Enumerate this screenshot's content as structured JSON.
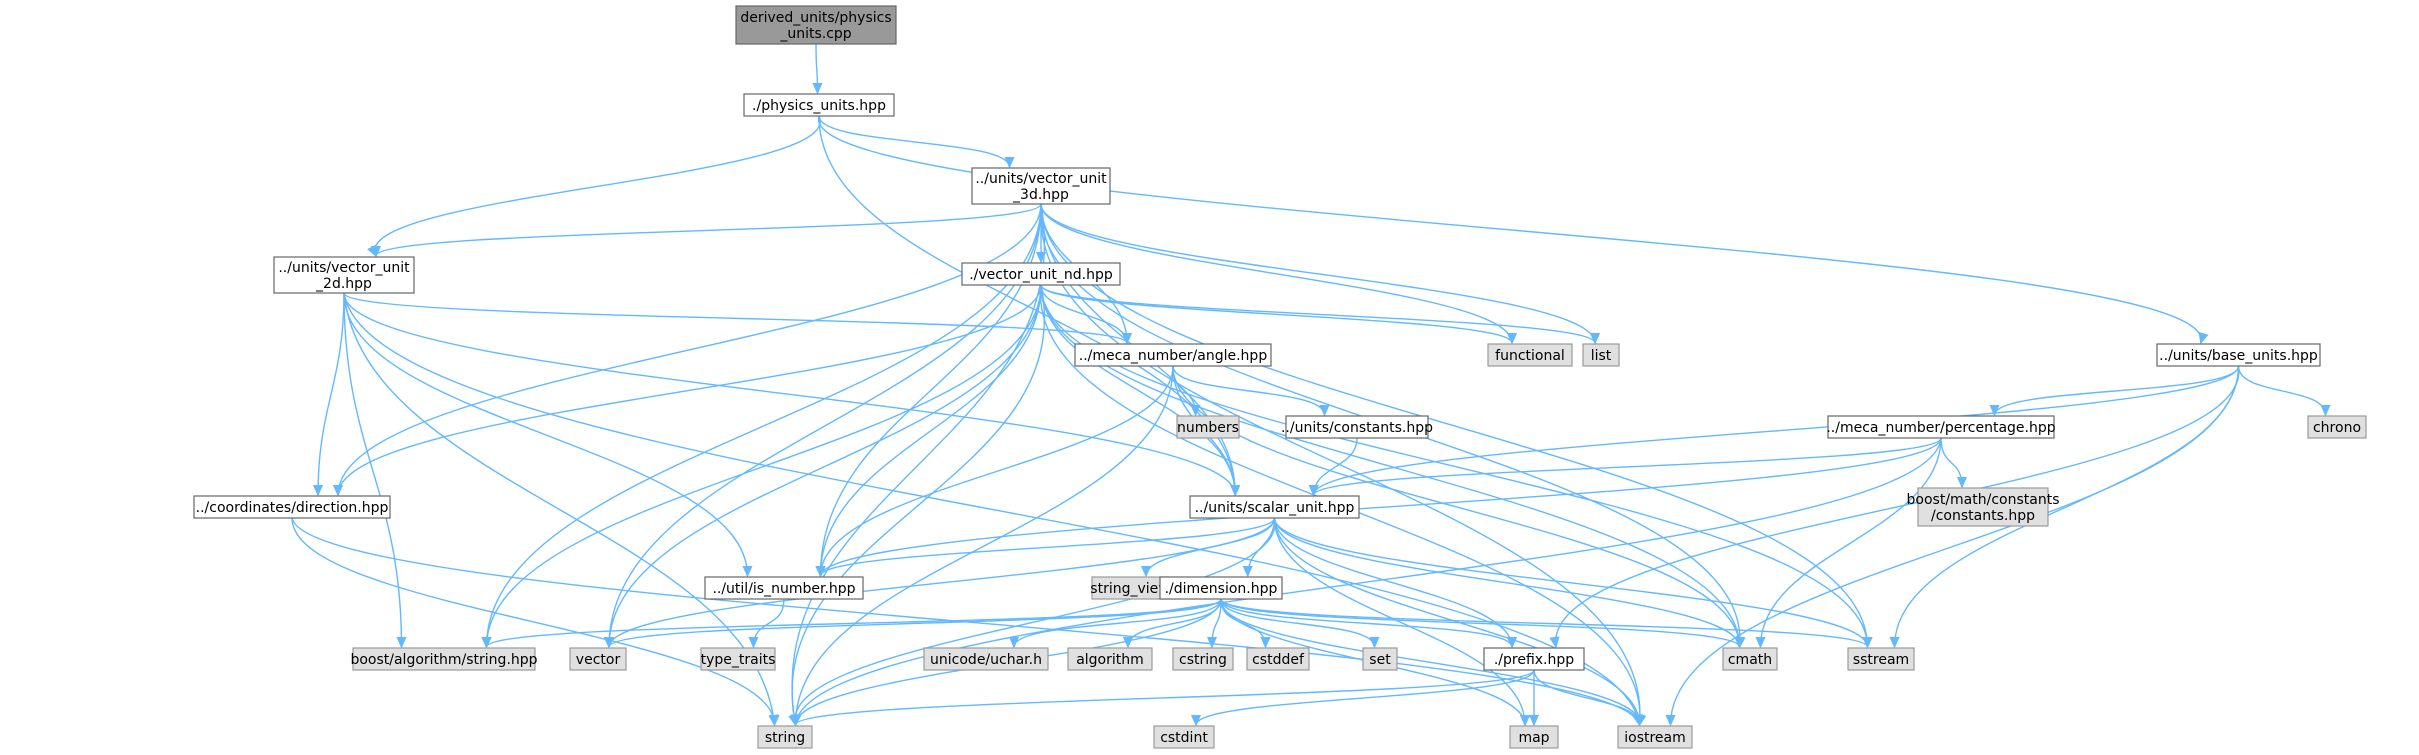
{
  "diagram": {
    "type": "include-dependency-graph",
    "colors": {
      "root_fill": "#999999",
      "local_fill": "#ffffff",
      "system_fill": "#e0e0e0",
      "border": "#666666",
      "edge": "#63b8ff"
    },
    "nodes": [
      {
        "id": "root",
        "lines": [
          "derived_units/physics",
          "_units.cpp"
        ],
        "kind": "root"
      },
      {
        "id": "physics_units",
        "lines": [
          "./physics_units.hpp"
        ],
        "kind": "local"
      },
      {
        "id": "vu3d",
        "lines": [
          "../units/vector_unit",
          "_3d.hpp"
        ],
        "kind": "local"
      },
      {
        "id": "vu2d",
        "lines": [
          "../units/vector_unit",
          "_2d.hpp"
        ],
        "kind": "local"
      },
      {
        "id": "vund",
        "lines": [
          "./vector_unit_nd.hpp"
        ],
        "kind": "local"
      },
      {
        "id": "base_units",
        "lines": [
          "../units/base_units.hpp"
        ],
        "kind": "local"
      },
      {
        "id": "angle",
        "lines": [
          "../meca_number/angle.hpp"
        ],
        "kind": "local"
      },
      {
        "id": "functional",
        "lines": [
          "functional"
        ],
        "kind": "system"
      },
      {
        "id": "list",
        "lines": [
          "list"
        ],
        "kind": "system"
      },
      {
        "id": "chrono",
        "lines": [
          "chrono"
        ],
        "kind": "system"
      },
      {
        "id": "numbers",
        "lines": [
          "numbers"
        ],
        "kind": "system"
      },
      {
        "id": "constants",
        "lines": [
          "../units/constants.hpp"
        ],
        "kind": "local"
      },
      {
        "id": "percentage",
        "lines": [
          "../meca_number/percentage.hpp"
        ],
        "kind": "local"
      },
      {
        "id": "direction",
        "lines": [
          "../coordinates/direction.hpp"
        ],
        "kind": "local"
      },
      {
        "id": "scalar",
        "lines": [
          "../units/scalar_unit.hpp"
        ],
        "kind": "local"
      },
      {
        "id": "boostconst",
        "lines": [
          "boost/math/constants",
          "/constants.hpp"
        ],
        "kind": "system"
      },
      {
        "id": "is_number",
        "lines": [
          "../util/is_number.hpp"
        ],
        "kind": "local"
      },
      {
        "id": "string_view",
        "lines": [
          "string_view"
        ],
        "kind": "system"
      },
      {
        "id": "dimension",
        "lines": [
          "./dimension.hpp"
        ],
        "kind": "local"
      },
      {
        "id": "boostalgo",
        "lines": [
          "boost/algorithm/string.hpp"
        ],
        "kind": "system"
      },
      {
        "id": "vector",
        "lines": [
          "vector"
        ],
        "kind": "system"
      },
      {
        "id": "type_traits",
        "lines": [
          "type_traits"
        ],
        "kind": "system"
      },
      {
        "id": "uchar",
        "lines": [
          "unicode/uchar.h"
        ],
        "kind": "system"
      },
      {
        "id": "algorithm",
        "lines": [
          "algorithm"
        ],
        "kind": "system"
      },
      {
        "id": "cstring",
        "lines": [
          "cstring"
        ],
        "kind": "system"
      },
      {
        "id": "cstddef",
        "lines": [
          "cstddef"
        ],
        "kind": "system"
      },
      {
        "id": "set",
        "lines": [
          "set"
        ],
        "kind": "system"
      },
      {
        "id": "prefix",
        "lines": [
          "./prefix.hpp"
        ],
        "kind": "local"
      },
      {
        "id": "cmath",
        "lines": [
          "cmath"
        ],
        "kind": "system"
      },
      {
        "id": "sstream",
        "lines": [
          "sstream"
        ],
        "kind": "system"
      },
      {
        "id": "string",
        "lines": [
          "string"
        ],
        "kind": "system"
      },
      {
        "id": "cstdint",
        "lines": [
          "cstdint"
        ],
        "kind": "system"
      },
      {
        "id": "map",
        "lines": [
          "map"
        ],
        "kind": "system"
      },
      {
        "id": "iostream",
        "lines": [
          "iostream"
        ],
        "kind": "system"
      }
    ],
    "edges": [
      [
        "root",
        "physics_units"
      ],
      [
        "physics_units",
        "vu3d"
      ],
      [
        "physics_units",
        "vu2d"
      ],
      [
        "physics_units",
        "base_units"
      ],
      [
        "physics_units",
        "scalar"
      ],
      [
        "vu3d",
        "vu2d"
      ],
      [
        "vu3d",
        "vund"
      ],
      [
        "vu3d",
        "angle"
      ],
      [
        "vu3d",
        "functional"
      ],
      [
        "vu3d",
        "list"
      ],
      [
        "vu3d",
        "direction"
      ],
      [
        "vu3d",
        "scalar"
      ],
      [
        "vu3d",
        "is_number"
      ],
      [
        "vu3d",
        "boostalgo"
      ],
      [
        "vu3d",
        "vector"
      ],
      [
        "vu3d",
        "cmath"
      ],
      [
        "vu3d",
        "sstream"
      ],
      [
        "vu3d",
        "string"
      ],
      [
        "vu3d",
        "iostream"
      ],
      [
        "vu2d",
        "angle"
      ],
      [
        "vu2d",
        "direction"
      ],
      [
        "vu2d",
        "scalar"
      ],
      [
        "vu2d",
        "is_number"
      ],
      [
        "vu2d",
        "boostalgo"
      ],
      [
        "vu2d",
        "string"
      ],
      [
        "vu2d",
        "iostream"
      ],
      [
        "vund",
        "angle"
      ],
      [
        "vund",
        "functional"
      ],
      [
        "vund",
        "list"
      ],
      [
        "vund",
        "direction"
      ],
      [
        "vund",
        "scalar"
      ],
      [
        "vund",
        "is_number"
      ],
      [
        "vund",
        "boostalgo"
      ],
      [
        "vund",
        "vector"
      ],
      [
        "vund",
        "cmath"
      ],
      [
        "vund",
        "sstream"
      ],
      [
        "vund",
        "string"
      ],
      [
        "vund",
        "iostream"
      ],
      [
        "base_units",
        "chrono"
      ],
      [
        "base_units",
        "percentage"
      ],
      [
        "base_units",
        "scalar"
      ],
      [
        "base_units",
        "prefix"
      ],
      [
        "base_units",
        "sstream"
      ],
      [
        "base_units",
        "iostream"
      ],
      [
        "angle",
        "numbers"
      ],
      [
        "angle",
        "constants"
      ],
      [
        "angle",
        "scalar"
      ],
      [
        "angle",
        "is_number"
      ],
      [
        "angle",
        "cmath"
      ],
      [
        "angle",
        "string"
      ],
      [
        "constants",
        "scalar"
      ],
      [
        "percentage",
        "boostconst"
      ],
      [
        "percentage",
        "scalar"
      ],
      [
        "percentage",
        "is_number"
      ],
      [
        "percentage",
        "cmath"
      ],
      [
        "percentage",
        "string"
      ],
      [
        "direction",
        "string"
      ],
      [
        "direction",
        "iostream"
      ],
      [
        "scalar",
        "is_number"
      ],
      [
        "scalar",
        "string_view"
      ],
      [
        "scalar",
        "dimension"
      ],
      [
        "scalar",
        "vector"
      ],
      [
        "scalar",
        "prefix"
      ],
      [
        "scalar",
        "cmath"
      ],
      [
        "scalar",
        "sstream"
      ],
      [
        "scalar",
        "string"
      ],
      [
        "scalar",
        "map"
      ],
      [
        "scalar",
        "iostream"
      ],
      [
        "is_number",
        "type_traits"
      ],
      [
        "dimension",
        "boostalgo"
      ],
      [
        "dimension",
        "vector"
      ],
      [
        "dimension",
        "uchar"
      ],
      [
        "dimension",
        "algorithm"
      ],
      [
        "dimension",
        "cstring"
      ],
      [
        "dimension",
        "cstddef"
      ],
      [
        "dimension",
        "set"
      ],
      [
        "dimension",
        "prefix"
      ],
      [
        "dimension",
        "cmath"
      ],
      [
        "dimension",
        "sstream"
      ],
      [
        "dimension",
        "string"
      ],
      [
        "dimension",
        "map"
      ],
      [
        "dimension",
        "iostream"
      ],
      [
        "prefix",
        "string"
      ],
      [
        "prefix",
        "cstdint"
      ],
      [
        "prefix",
        "map"
      ],
      [
        "prefix",
        "iostream"
      ]
    ]
  }
}
